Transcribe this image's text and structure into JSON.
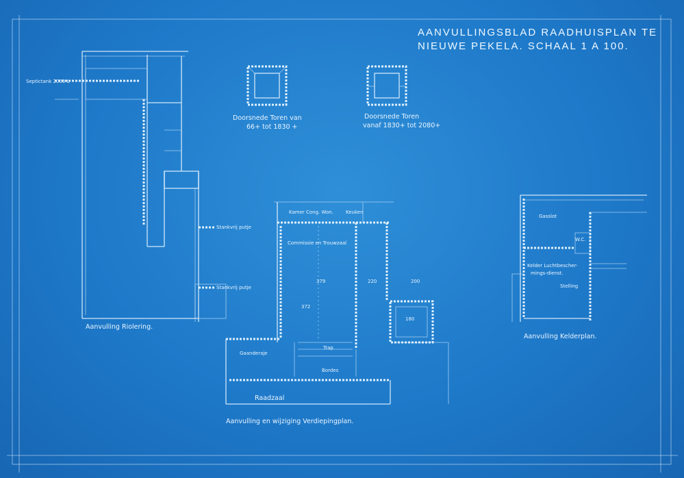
{
  "title": {
    "line1": "AANVULLINGSBLAD RAADHUISPLAN TE",
    "line2": "NIEUWE PEKELA. SCHAAL 1 A 100."
  },
  "tower_sections": [
    {
      "caption1": "Doorsnede Toren van",
      "caption2": "66+ tot 1830 +"
    },
    {
      "caption1": "Doorsnede Toren",
      "caption2": "vanaf 1830+ tot 2080+"
    }
  ],
  "left_plan": {
    "caption": "Aanvulling Riolering.",
    "septic": "Septictank 2000 L",
    "stankput1": "Stankvrij putje",
    "stankput2": "Stankvrij putje"
  },
  "center_plan": {
    "caption": "Aanvulling en wijziging Verdiepingplan.",
    "kamer": "Kamer Cong. Won.",
    "keuken": "Keuken",
    "commissie": "Commissie en Trouwzaal",
    "galerij": "Gaanderaje",
    "bordes": "Bordes",
    "trap": "Trap",
    "raadzaal": "Raadzaal",
    "dim1": "379",
    "dim2": "220",
    "dim3": "200",
    "dim4": "372",
    "dim5": "180"
  },
  "right_plan": {
    "caption": "Aanvulling Kelderplan.",
    "gasslot": "Gasslot",
    "wc": "W.C.",
    "kelder1": "Kelder Luchtbescher-",
    "kelder2": "mings-dienst.",
    "stelling": "Stelling"
  },
  "colors": {
    "paper": "#1e79c9",
    "ink": "#e9f5ff"
  }
}
